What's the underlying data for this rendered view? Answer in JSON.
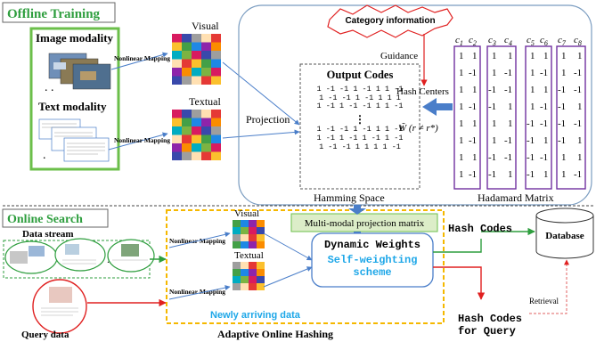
{
  "offline": {
    "title": "Offline Training",
    "image_modality": "Image modality",
    "text_modality": "Text modality",
    "nonlinear_mapping_1": "Nonlinear Mapping",
    "nonlinear_mapping_2": "Nonlinear Mapping",
    "visual": "Visual",
    "textual": "Textual",
    "projection": "Projection",
    "output_codes_title": "Output Codes",
    "output_codes_rows": [
      "1 -1 -1 1 -1 1 1 -1",
      "1 -1 -1 1 -1 1 1 1",
      "1 -1 1 -1 -1 1 1 -1",
      "1 -1 -1 1 -1 1 1 -1",
      "1 -1 1 -1 1 -1 1 -1",
      "1 -1 -1 1 1 1 1 -1"
    ],
    "hamming_space": "Hamming Space",
    "category_information": "Category information",
    "guidance": "Guidance",
    "hash_centers": "Hash Centers",
    "w_label": "W̃  (r ≠ r*)",
    "hadamard_matrix": "Hadamard Matrix",
    "columns": [
      "c1",
      "c2",
      "c3",
      "c4",
      "c5",
      "c6",
      "c7",
      "c8"
    ],
    "hadamard": [
      [
        "1",
        "1",
        "1",
        "1",
        "1",
        "1",
        "1",
        "1"
      ],
      [
        "1",
        "-1",
        "1",
        "-1",
        "1",
        "-1",
        "1",
        "-1"
      ],
      [
        "1",
        "1",
        "-1",
        "-1",
        "1",
        "1",
        "-1",
        "-1"
      ],
      [
        "1",
        "-1",
        "-1",
        "1",
        "1",
        "-1",
        "-1",
        "1"
      ],
      [
        "1",
        "1",
        "1",
        "1",
        "-1",
        "-1",
        "-1",
        "-1"
      ],
      [
        "1",
        "-1",
        "1",
        "-1",
        "-1",
        "1",
        "-1",
        "1"
      ],
      [
        "1",
        "1",
        "-1",
        "-1",
        "-1",
        "-1",
        "1",
        "1"
      ],
      [
        "1",
        "-1",
        "-1",
        "1",
        "-1",
        "1",
        "1",
        "-1"
      ]
    ]
  },
  "online": {
    "title": "Online Search",
    "data_stream": "Data stream",
    "query_data": "Query data",
    "nonlinear_mapping_1": "Nonlinear Mapping",
    "nonlinear_mapping_2": "Nonlinear Mapping",
    "visual": "Visual",
    "textual": "Textual",
    "mm_projection": "Multi-modal projection matrix",
    "dynamic_weights": "Dynamic Weights",
    "self_weighting_1": "Self-weighting",
    "self_weighting_2": "scheme",
    "newly_arriving": "Newly arriving data",
    "adaptive": "Adaptive Online Hashing",
    "hash_codes": "Hash Codes",
    "database": "Database",
    "retrieval": "Retrieval",
    "hash_codes_query_1": "Hash Codes",
    "hash_codes_query_2": "for Query"
  },
  "colors": {
    "green": "#4caf50",
    "blue_arrow": "#4a7ec9",
    "purple": "#7030a0",
    "red": "#e02020",
    "orange": "#f5b800",
    "cyan_text": "#1ea7e8"
  }
}
